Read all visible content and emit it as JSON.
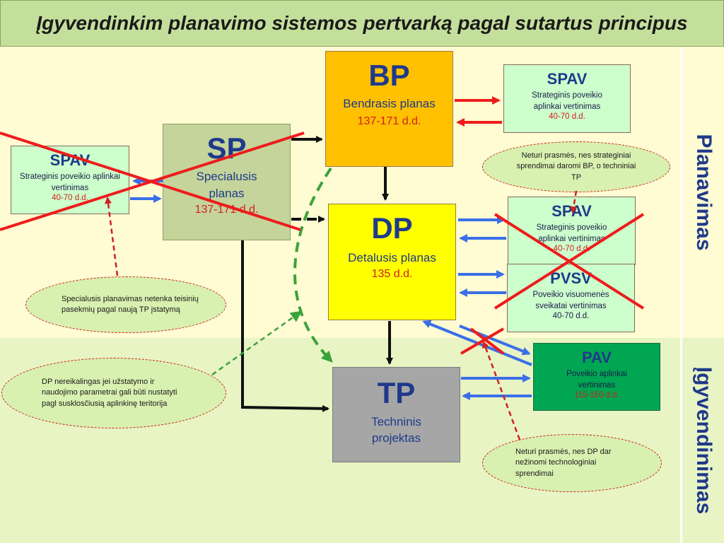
{
  "title": "Įgyvendinkim planavimo sistemos pertvarką pagal sutartus principus",
  "side_labels": {
    "planning": "Planavimas",
    "implementation": "Įgyvendinimas"
  },
  "bp": {
    "abbr": "BP",
    "name": "Bendrasis planas",
    "days": "137-171 d.d."
  },
  "sp": {
    "abbr": "SP",
    "name": "Specialusis planas",
    "days": "137-171 d.d."
  },
  "dp": {
    "abbr": "DP",
    "name": "Detalusis planas",
    "days": "135 d.d."
  },
  "tp": {
    "abbr": "TP",
    "name": "Techninis projektas"
  },
  "spav_bp": {
    "abbr": "SPAV",
    "name": "Strateginis poveikio aplinkai vertinimas",
    "days": "40-70 d.d."
  },
  "spav_sp": {
    "abbr": "SPAV",
    "name": "Strateginis poveikio aplinkai vertinimas",
    "days": "40-70 d.d."
  },
  "spav_dp": {
    "abbr": "SPAV",
    "name": "Strateginis poveikio aplinkai vertinimas",
    "days": "40-70 d.d."
  },
  "pvsv": {
    "abbr": "PVSV",
    "name": "Poveikio visuomenės sveikatai vertinimas",
    "days": "40-70 d.d."
  },
  "pav": {
    "abbr": "PAV",
    "name": "Poveikio aplinkai vertinimas",
    "days": "115-150 d.d."
  },
  "notes": {
    "sp_note": "Specialusis planavimas netenka teisinių pasekmių pagal naują TP įstatymą",
    "dp_note": "DP nereikalingas jei užstatymo ir naudojimo parametrai gali būti nustatyti pagl susklosčiusią aplinkinę teritorija",
    "spav_note": "Neturi prasmės, nes strateginiai sprendimai daromi BP, o techniniai  TP",
    "pav_note": "Neturi prasmės, nes DP dar nežinomi technologiniai sprendimai"
  },
  "colors": {
    "title_bg": "#c4df9b",
    "planning_bg": "#fffbd3",
    "implementation_bg": "#e8f4c4",
    "bp": "#ffc000",
    "sp": "#c4d49a",
    "dp": "#ffff00",
    "tp": "#a6a6a6",
    "spav": "#ccffcc",
    "pav": "#00a651",
    "cross": "#ee1c1c",
    "arrow_blue": "#3b6fe8",
    "arrow_green": "#3aa33a"
  }
}
